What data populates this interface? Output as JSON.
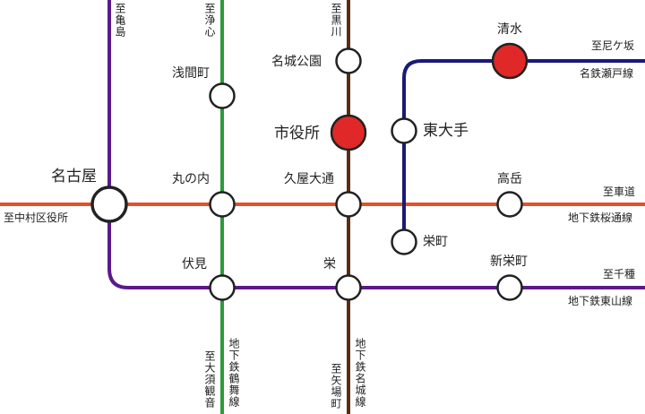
{
  "colors": {
    "higashiyama": "#5a1a8a",
    "tsurumai": "#2e9a3a",
    "meijo": "#5a2e12",
    "sakuradori": "#e4502a",
    "meitetsu_seto": "#1a1a78",
    "major_station": "#e02828",
    "station_fill": "#ffffff",
    "station_outline": "#222222"
  },
  "stations": {
    "nagoya": "名古屋",
    "sengencho": "浅間町",
    "marunouchi": "丸の内",
    "fushimi": "伏見",
    "meijo_koen": "名城公園",
    "shiyakusho": "市役所",
    "hisaya_odori": "久屋大通",
    "sakae": "栄",
    "shimizu": "清水",
    "higashi_ote": "東大手",
    "sakaemachi": "栄町",
    "takaoka": "高岳",
    "shin_sakaemachi": "新栄町"
  },
  "directions": {
    "kameshima": "至亀島",
    "joshin": "至浄心",
    "kurokawa": "至黒川",
    "amagasaka": "至尼ケ坂",
    "kurumamichi": "至車道",
    "nakamura_kuyakusho": "至中村区役所",
    "chikusa": "至千種",
    "osu_kannon": "至大須観音",
    "yabacho": "至矢場町"
  },
  "line_names": {
    "meitetsu_seto": "名鉄瀬戸線",
    "sakuradori": "地下鉄桜通線",
    "higashiyama": "地下鉄東山線",
    "tsurumai": "地下鉄鶴舞線",
    "meijo": "地下鉄名城線"
  }
}
